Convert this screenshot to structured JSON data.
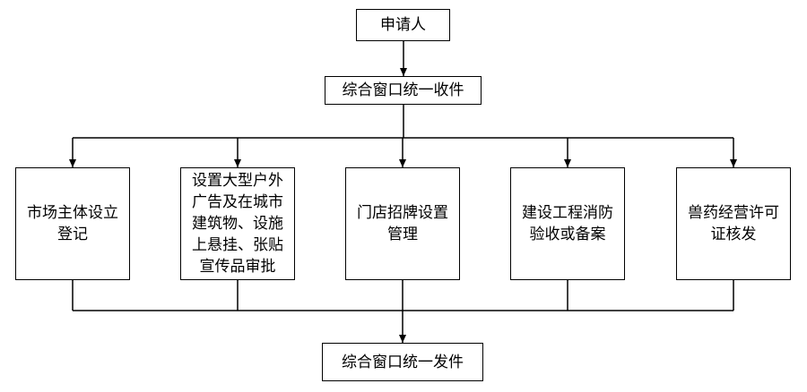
{
  "diagram": {
    "applicant": "申请人",
    "intake": "综合窗口统一收件",
    "departments": [
      "市场主体设立\n登记",
      "设置大型户外\n广告及在城市\n建筑物、设施\n上悬挂、张贴\n宣传品审批",
      "门店招牌设置\n管理",
      "建设工程消防\n验收或备案",
      "兽药经营许可\n证核发"
    ],
    "issuance": "综合窗口统一发件"
  }
}
